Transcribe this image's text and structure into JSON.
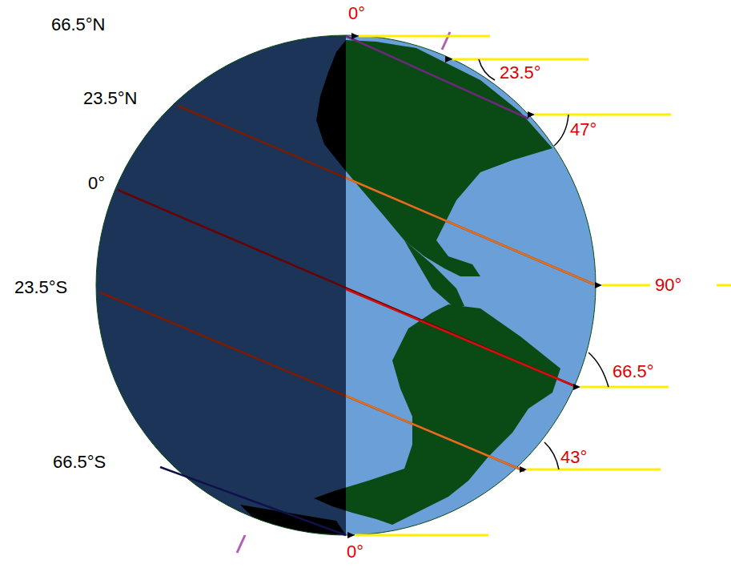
{
  "diagram": {
    "labels": [
      "0°",
      "66.5°N",
      "23.5°",
      "47°",
      "23.5°N",
      "0°",
      "90°",
      "23.5°S",
      "66.5°",
      "43°",
      "66.5°S",
      "0°"
    ]
  }
}
